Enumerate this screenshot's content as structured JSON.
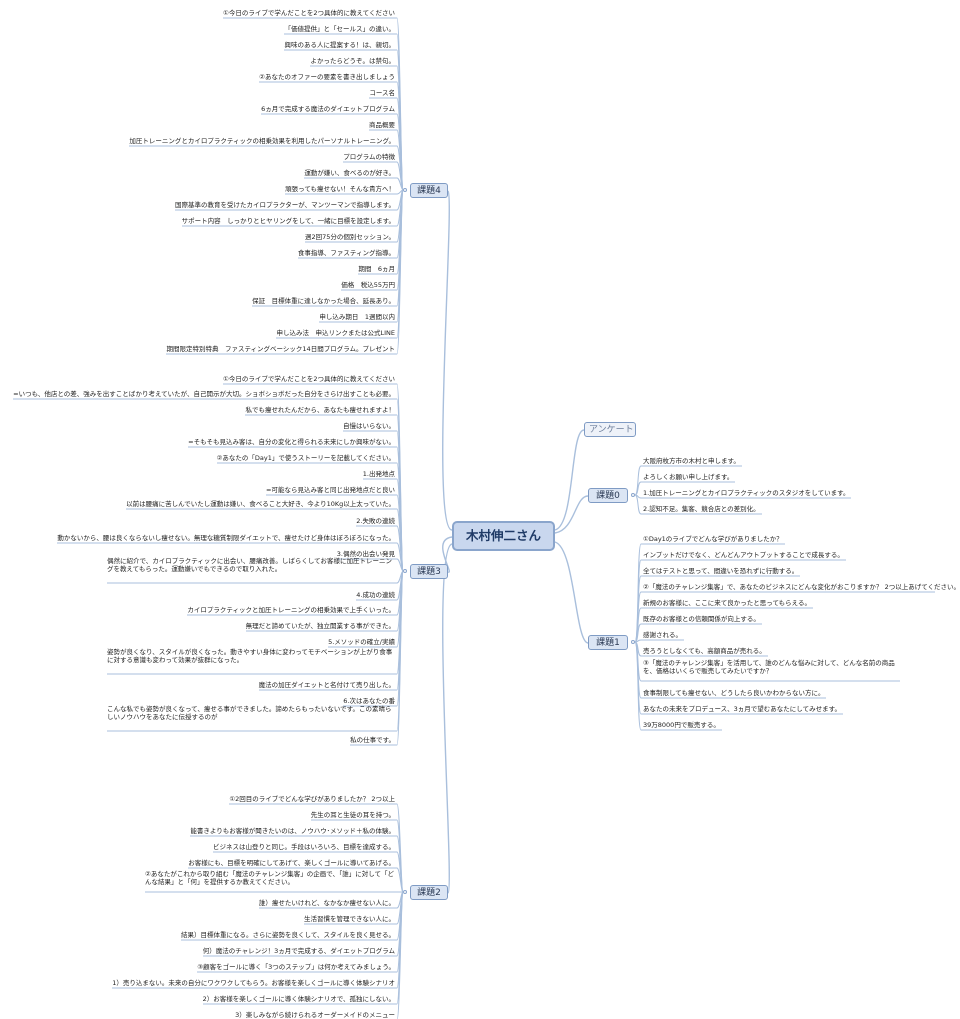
{
  "root": "木村伸二さん",
  "topics": {
    "kadai4": {
      "label": "課題4",
      "items": [
        "①今日のライブで学んだことを2つ具体的に教えてください",
        "「価値提供」と「セールス」の違い。",
        "興味のある人に提案する！は、親切。",
        "よかったらどうぞ。は禁句。",
        "②あなたのオファーの要素を書き出しましょう",
        "コース名",
        "6ヵ月で完成する魔法のダイエットプログラム",
        "商品概要",
        "加圧トレーニングとカイロプラクティックの相乗効果を利用したパーソナルトレーニング。",
        "プログラムの特徴",
        "運動が嫌い、食べるのが好き。",
        "頑張っても痩せない！そんな貴方へ！",
        "国際基準の教育を受けたカイロプラクターが、マンツーマンで指導します。",
        "サポート内容　しっかりとヒヤリングをして、一緒に目標を設定します。",
        "週2回75分の個別セッション。",
        "食事指導、ファスティング指導。",
        "期間　6ヵ月",
        "価格　税込55万円",
        "保証　目標体重に達しなかった場合、延長あり。",
        "申し込み期日　1週間以内",
        "申し込み法　申込リンクまたは公式LINE",
        "期間限定特別特典　ファスティングベーシック14日間プログラム。プレゼント"
      ]
    },
    "kadai3": {
      "label": "課題3",
      "items": [
        "①今日のライブで学んだことを2つ具体的に教えてください",
        "=いつも、他店との差、強みを出すことばかり考えていたが、自己開示が大切。ショボショボだった自分をさらけ出すことも必要。",
        "私でも痩せれたんだから、あなたも痩せれますよ！",
        "自慢はいらない。",
        "=そもそも見込み客は、自分の変化と得られる未来にしか興味がない。",
        "②あなたの「Day1」で使うストーリーを記載してください。",
        "1.出発地点",
        "=可能なら見込み客と同じ出発地点だと良い",
        "以前は腰痛に苦しんでいたし運動は嫌い、食べること大好き、今より10Kg以上太っていた。",
        "2.失敗の連続",
        "動かないから、腰は良くならないし痩せない。無理な糖質制限ダイエットで、痩せたけど身体はぼろぼろになった。",
        "3.偶然の出会い発見",
        "偶然に紹介で、カイロプラクティックに出会い、腰痛改善。しばらくしてお客様に加圧トレーニングを教えてもらった。運動嫌いでもできるので取り入れた。",
        "4.成功の連続",
        "カイロプラクティックと加圧トレーニングの相乗効果で上手くいった。",
        "無理だと諦めていたが、独立開業する事ができた。",
        "5.メソッドの確立/実績",
        "姿勢が良くなり、スタイルが良くなった。動きやすい身体に変わってモチベーションが上がり食事に対する意識も変わって効果が抜群になった。",
        "魔法の加圧ダイエットと名付けて売り出した。",
        "6.次はあなたの番",
        "こんな私でも姿勢が良くなって、痩せる事ができました。諦めたらもったいないです。この素晴らしいノウハウをあなたに伝授するのが",
        "私の仕事です。"
      ]
    },
    "kadai2": {
      "label": "課題2",
      "items": [
        "①2回目のライブでどんな学びがありましたか？ 2つ以上",
        "先生の耳と生徒の耳を持つ。",
        "能書きよりもお客様が聞きたいのは、ノウハウ･メソッド＋私の体験。",
        "ビジネスは山登りと同じ。手段はいろいろ、目標を達成する。",
        "お客様にも、目標を明確にしてあげて、楽しくゴールに導いてあげる。",
        "②あなたがこれから取り組む「魔法のチャレンジ集客」の企画で、「誰」に対して「どんな結果」と「何」を提供するか教えてください。",
        "誰）痩せたいけれど、なかなか痩せない人に。",
        "生活習慣を管理できない人に。",
        "結果）目標体重になる。さらに姿勢を良くして、スタイルを良く見せる。",
        "何）魔法のチャレンジ！3ヵ月で完成する、ダイエットプログラム",
        "③顧客をゴールに導く「3つのステップ」は何か考えてみましょう。",
        "1）売り込まない。未来の自分にワクワクしてもらう。お客様を楽しくゴールに導く体験シナリオ",
        "2）お客様を楽しくゴールに導く体験シナリオで、孤独にしない。",
        "3）楽しみながら続けられるオーダーメイドのメニュー"
      ]
    },
    "enquete": {
      "label": "アンケート"
    },
    "kadai0": {
      "label": "課題0",
      "items": [
        "大阪府枚方市の木村と申します。",
        "よろしくお願い申し上げます。",
        "1.加圧トレーニングとカイロプラクティックのスタジオをしています。",
        "2.認知不足。集客、競合店との差別化。"
      ]
    },
    "kadai1": {
      "label": "課題1",
      "items": [
        "①Day1のライブでどんな学びがありましたか？",
        "インプットだけでなく、どんどんアウトプットすることで成長する。",
        "全てはテストと思って、間違いを恐れずに行動する。",
        "②「魔法のチャレンジ集客」で、あなたのビジネスにどんな変化がおこりますか？ 2つ以上あげてください。",
        "新規のお客様に、ここに来て良かったと思ってもらえる。",
        "既存のお客様との信頼関係が向上する。",
        "感謝される。",
        "売ろうとしなくても、高額商品が売れる。",
        "③「魔法のチャレンジ集客」を活用して、誰のどんな悩みに対して、どんな名前の商品を、価格はいくらで販売してみたいですか？",
        "食事制限しても痩せない、どうしたら良いかわからない方に。",
        "あなたの未来をプロデュース、3ヵ月で望むあなたにしてみせます。",
        "39万8000円で販売する。"
      ]
    }
  }
}
